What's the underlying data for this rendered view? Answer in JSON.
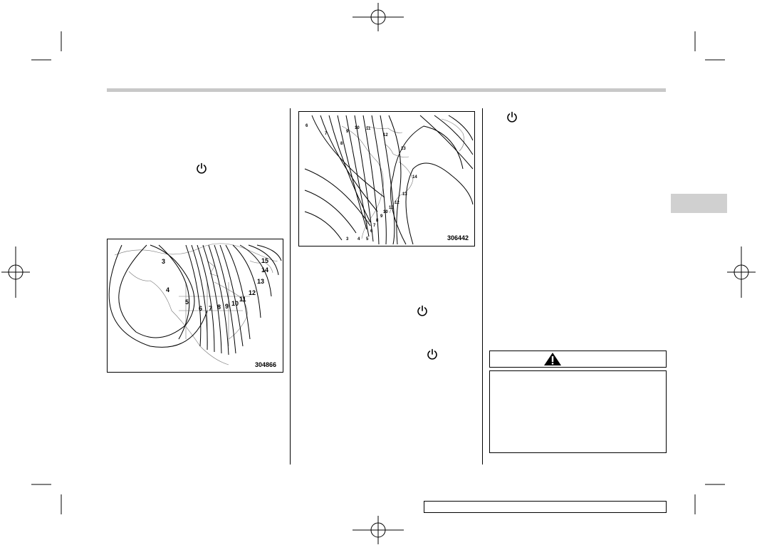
{
  "figures": {
    "left": {
      "id": "304866",
      "labels": [
        "3",
        "4",
        "5",
        "6",
        "7",
        "8",
        "9",
        "10",
        "11",
        "12",
        "13",
        "14",
        "15"
      ]
    },
    "middle": {
      "id": "306442",
      "labels": [
        "6",
        "7",
        "8",
        "9",
        "10",
        "11",
        "12",
        "13",
        "14",
        "13",
        "12",
        "11",
        "10",
        "9",
        "8",
        "7",
        "6",
        "3",
        "4",
        "5"
      ]
    }
  },
  "icons": [
    "power-icon",
    "warning-triangle-icon",
    "registration-mark-icon"
  ]
}
